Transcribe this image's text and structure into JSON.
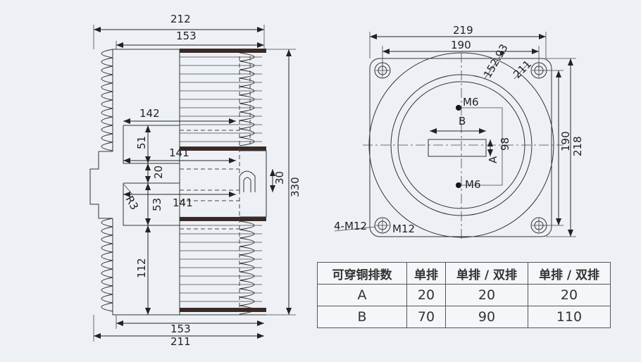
{
  "side_view": {
    "dims": {
      "overall_width_top": "212",
      "inner_width_top": "153",
      "height": "330",
      "slot_upper_depth": "142",
      "upper_gap": "51",
      "slot_mid_depth": "141",
      "mid_gap": "20",
      "slot_lower_depth": "141",
      "lower_gap": "53",
      "bottom_height": "112",
      "terminal_height": "30",
      "radius": "R3",
      "inner_width_bottom": "153",
      "overall_width_bottom": "211"
    }
  },
  "top_view": {
    "dims": {
      "flange_width": "219",
      "hole_spacing_x": "190",
      "inner_dia": "152.93",
      "outer_dia": "211",
      "flange_height": "218",
      "hole_spacing_y": "190",
      "slot_height": "98",
      "label_A": "A",
      "label_B": "B",
      "thread_top": "M6",
      "thread_bottom": "M6",
      "mount_holes": "4-M12",
      "mount_thread": "M12"
    }
  },
  "table": {
    "header": [
      "可穿铜排数",
      "单排",
      "单排 / 双排",
      "单排 / 双排"
    ],
    "rows": [
      [
        "A",
        "20",
        "20",
        "20"
      ],
      [
        "B",
        "70",
        "90",
        "110"
      ]
    ]
  }
}
